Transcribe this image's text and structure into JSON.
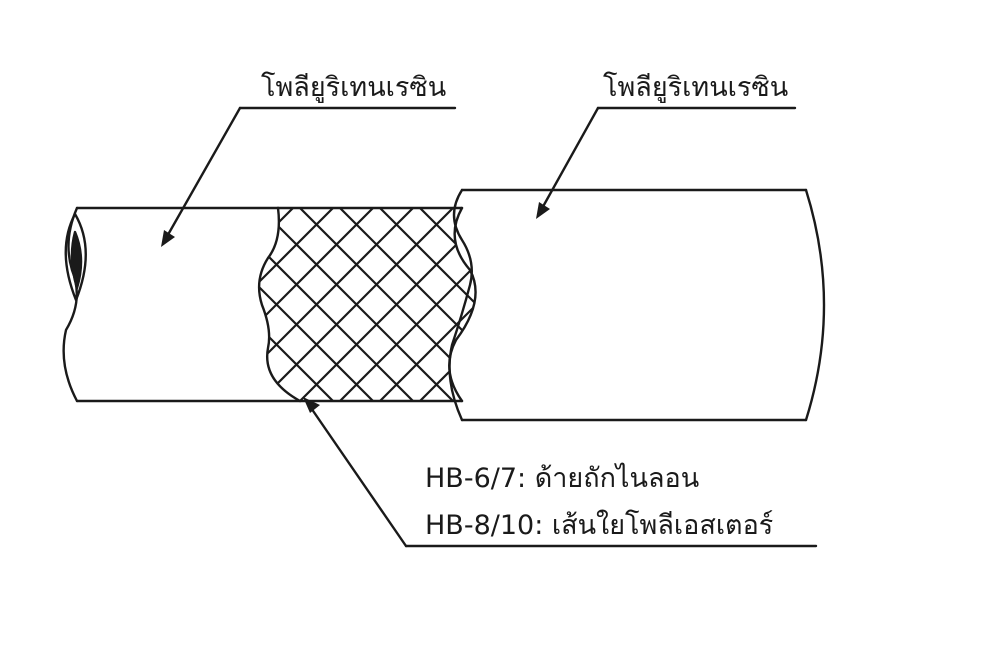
{
  "layers": {
    "inner_tube_label": "โพลียูริเทนเรซิน",
    "outer_cover_label": "โพลียูริเทนเรซิน",
    "reinforcement": [
      {
        "model": "HB-6/7:",
        "material": "ด้ายถักไนลอน"
      },
      {
        "model": "HB-8/10:",
        "material": "เส้นใยโพลีเอสเตอร์"
      }
    ]
  },
  "colors": {
    "line": "#1a1a1a",
    "background": "#ffffff"
  }
}
